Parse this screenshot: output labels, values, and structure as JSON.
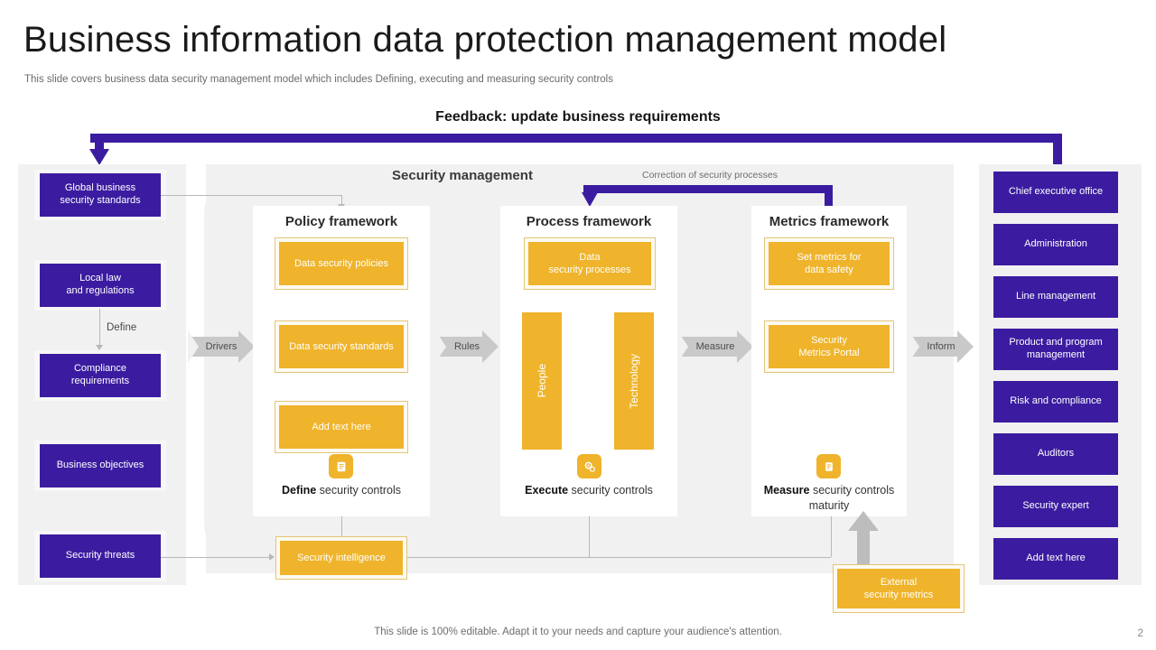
{
  "header": {
    "title": "Business information data protection management model",
    "subtitle": "This slide covers business data security management model which includes Defining, executing and measuring security controls"
  },
  "feedback": {
    "label": "Feedback: update business requirements"
  },
  "correction": {
    "label": "Correction of security processes"
  },
  "security_management": {
    "label": "Security management"
  },
  "inputs": {
    "items": [
      {
        "label": "Global business\nsecurity standards",
        "line1": "Global business",
        "line2": "security standards"
      },
      {
        "label": "Local law\nand regulations",
        "line1": "Local law",
        "line2": "and regulations"
      },
      {
        "label": "Compliance\nrequirements",
        "line1": "Compliance",
        "line2": "requirements"
      },
      {
        "label": "Business objectives",
        "line1": "Business objectives",
        "line2": ""
      },
      {
        "label": "Security threats",
        "line1": "Security threats",
        "line2": ""
      }
    ],
    "define_connector_label": "Define"
  },
  "stakeholders": {
    "items": [
      {
        "line1": "Chief executive office",
        "line2": ""
      },
      {
        "line1": "Administration",
        "line2": ""
      },
      {
        "line1": "Line management",
        "line2": ""
      },
      {
        "line1": "Product and program",
        "line2": "management"
      },
      {
        "line1": "Risk and compliance",
        "line2": ""
      },
      {
        "line1": "Auditors",
        "line2": ""
      },
      {
        "line1": "Security expert",
        "line2": ""
      },
      {
        "line1": "Add text here",
        "line2": ""
      }
    ]
  },
  "frameworks": [
    {
      "title": "Policy framework",
      "boxes": [
        {
          "line1": "Data security policies",
          "line2": ""
        },
        {
          "line1": "Data security standards",
          "line2": ""
        },
        {
          "line1": "Add text here",
          "line2": ""
        }
      ],
      "icon": "document-scroll-icon",
      "icon_glyph": "📜",
      "caption_bold": "Define",
      "caption_rest": " security controls"
    },
    {
      "title": "Process framework",
      "boxes": [
        {
          "line1": "Data",
          "line2": "security processes"
        }
      ],
      "pillars": [
        "People",
        "Technology"
      ],
      "icon": "gear-settings-icon",
      "icon_glyph": "⚙",
      "caption_bold": "Execute",
      "caption_rest": " security controls"
    },
    {
      "title": "Metrics framework",
      "boxes": [
        {
          "line1": "Set metrics for",
          "line2": "data safety"
        },
        {
          "line1": "Security",
          "line2": "Metrics Portal"
        }
      ],
      "icon": "clipboard-chart-icon",
      "icon_glyph": "📋",
      "caption_bold": "Measure",
      "caption_rest": " security controls maturity"
    }
  ],
  "connectors": {
    "drivers": "Drivers",
    "rules": "Rules",
    "measure": "Measure",
    "inform": "Inform"
  },
  "bottom": {
    "security_intelligence": "Security intelligence",
    "external_metrics_line1": "External",
    "external_metrics_line2": "security metrics"
  },
  "footer": {
    "note": "This slide is 100% editable. Adapt it to your needs and capture your audience's attention.",
    "page": "2"
  },
  "colors": {
    "purple": "#3B1CA0",
    "orange": "#EFB42B",
    "panel_gray": "#f1f1f1",
    "chevron_gray": "#c9c9c9"
  }
}
